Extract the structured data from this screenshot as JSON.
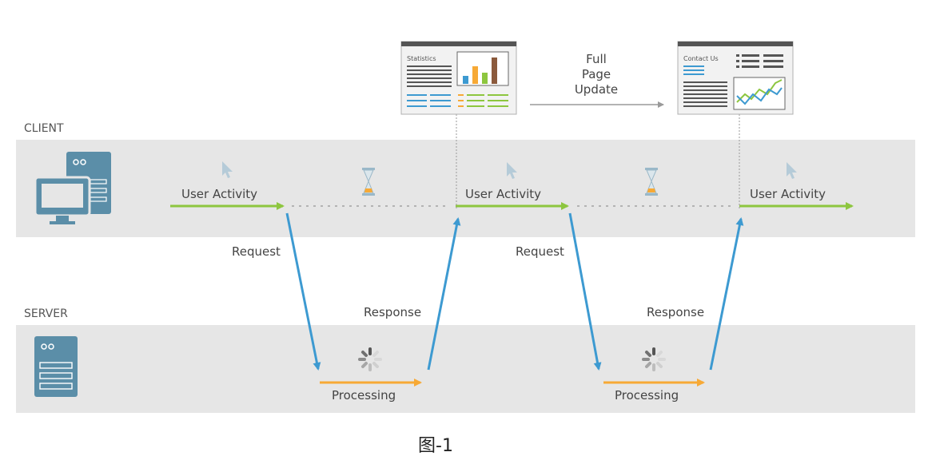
{
  "lanes": {
    "client_label": "CLIENT",
    "server_label": "SERVER"
  },
  "client_activity": [
    "User Activity",
    "User Activity",
    "User Activity"
  ],
  "requests": [
    "Request",
    "Request"
  ],
  "responses": [
    "Response",
    "Response"
  ],
  "processing": [
    "Processing",
    "Processing"
  ],
  "page_update_label": [
    "Full",
    "Page",
    "Update"
  ],
  "pages": {
    "first_title": "Statistics",
    "second_title": "Contact Us"
  },
  "caption": "图-1",
  "colors": {
    "lane_band": "#e6e6e6",
    "activity_arrow": "#8dc63f",
    "request_arrow": "#3d9ad1",
    "processing_arrow": "#f7a935",
    "client_icon": "#5b8ea8",
    "dotted": "#b3b3b3",
    "icons": [
      "cursor-icon",
      "hourglass-icon",
      "spinner-icon",
      "client-computer-icon",
      "server-icon"
    ]
  }
}
